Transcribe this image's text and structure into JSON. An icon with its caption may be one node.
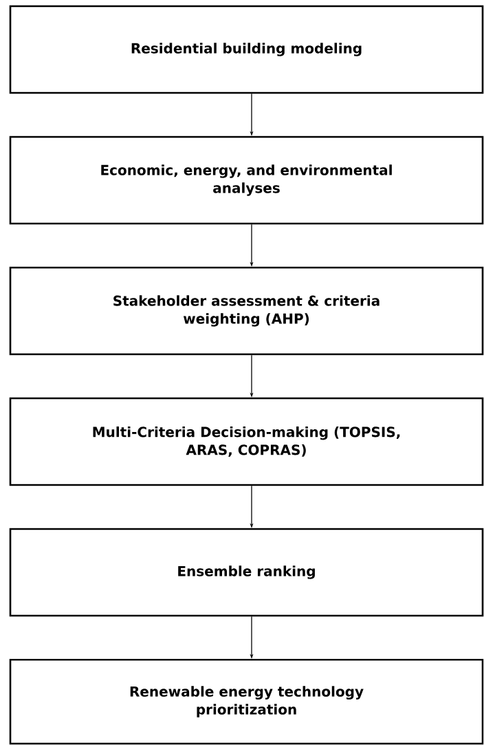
{
  "diagram": {
    "nodes": [
      {
        "text": [
          "Residential building modeling"
        ]
      },
      {
        "text": [
          "Economic, energy, and environmental analyses"
        ]
      },
      {
        "text": [
          "Stakeholder assessment & criteria weighting (AHP)"
        ]
      },
      {
        "text": [
          "Multi-Criteria Decision-making (TOPSIS, ARAS, COPRAS)"
        ]
      },
      {
        "text": [
          "Ensemble ranking"
        ]
      },
      {
        "text": [
          "Renewable energy technology prioritization"
        ]
      }
    ],
    "edges": [
      {
        "from": 0,
        "to": 1,
        "arrow": "to"
      },
      {
        "from": 1,
        "to": 2,
        "arrow": "to"
      },
      {
        "from": 2,
        "to": 3,
        "arrow": "to"
      },
      {
        "from": 3,
        "to": 4,
        "arrow": "to"
      },
      {
        "from": 4,
        "to": 5,
        "arrow": "to"
      }
    ]
  }
}
